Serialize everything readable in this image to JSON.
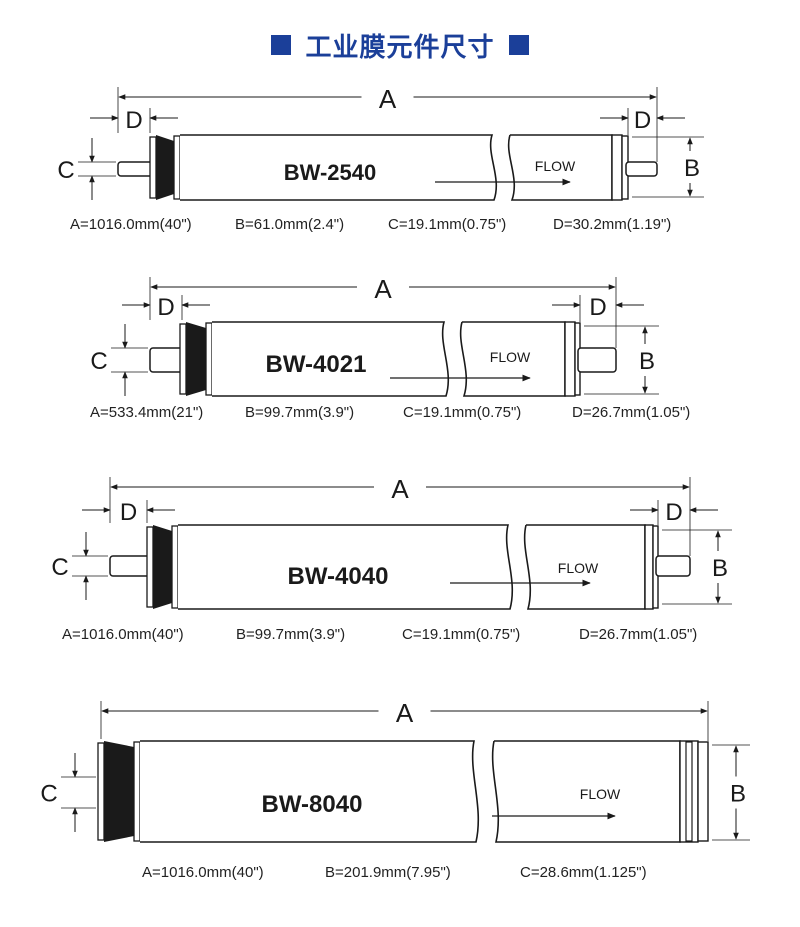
{
  "title": "工业膜元件尺寸",
  "elements": [
    {
      "model": "BW-2540",
      "flow_label": "FLOW",
      "dimension_letters": {
        "a": "A",
        "b": "B",
        "c": "C",
        "d": "D"
      },
      "specs": [
        "A=1016.0mm(40\")",
        "B=61.0mm(2.4\")",
        "C=19.1mm(0.75\")",
        "D=30.2mm(1.19\")"
      ]
    },
    {
      "model": "BW-4021",
      "flow_label": "FLOW",
      "dimension_letters": {
        "a": "A",
        "b": "B",
        "c": "C",
        "d": "D"
      },
      "specs": [
        "A=533.4mm(21\")",
        "B=99.7mm(3.9\")",
        "C=19.1mm(0.75\")",
        "D=26.7mm(1.05\")"
      ]
    },
    {
      "model": "BW-4040",
      "flow_label": "FLOW",
      "dimension_letters": {
        "a": "A",
        "b": "B",
        "c": "C",
        "d": "D"
      },
      "specs": [
        "A=1016.0mm(40\")",
        "B=99.7mm(3.9\")",
        "C=19.1mm(0.75\")",
        "D=26.7mm(1.05\")"
      ]
    },
    {
      "model": "BW-8040",
      "flow_label": "FLOW",
      "dimension_letters": {
        "a": "A",
        "b": "B",
        "c": "C"
      },
      "specs": [
        "A=1016.0mm(40\")",
        "B=201.9mm(7.95\")",
        "C=28.6mm(1.125\")"
      ]
    }
  ],
  "colors": {
    "title": "#1b3f99",
    "cap": "#1a1a1a",
    "line": "#1a1a1a"
  }
}
